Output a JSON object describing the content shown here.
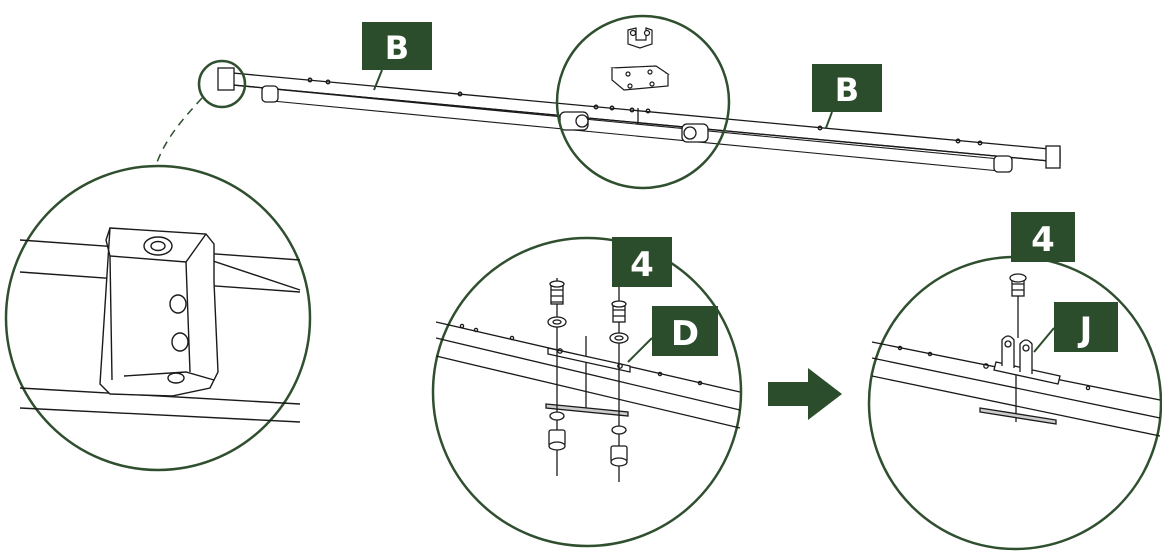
{
  "colors": {
    "label_bg": "#2b4d2b",
    "label_text": "#ffffff",
    "circle_stroke": "#2f4f2f",
    "line": "#1a1a1a",
    "arrow": "#2b4d2b"
  },
  "labels": {
    "rail_left": "B",
    "rail_right": "B",
    "screw_left": "4",
    "bracket_plate": "D",
    "screw_right": "4",
    "bracket_j": "J"
  },
  "icons": {
    "step_arrow": "right-arrow-icon"
  }
}
